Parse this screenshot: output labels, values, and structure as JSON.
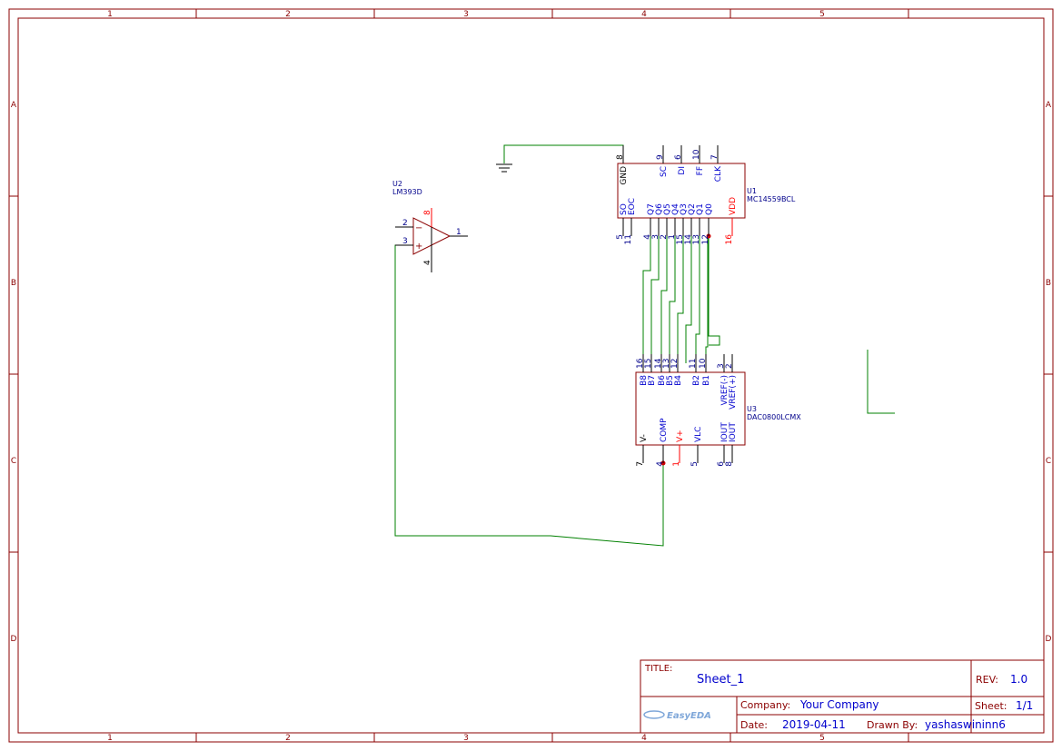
{
  "frame": {
    "col_labels": [
      "1",
      "2",
      "3",
      "4",
      "5"
    ],
    "row_labels": [
      "A",
      "B",
      "C",
      "D"
    ],
    "colors": {
      "border": "#8B0000",
      "wire": "#008000",
      "pin_num": "#00008B",
      "pin_name": "#0000CD",
      "power": "#FF0000",
      "junction": "#CC0000"
    }
  },
  "components": {
    "u2": {
      "ref": "U2",
      "value": "LM393D",
      "pins": {
        "p2": "2",
        "p3": "3",
        "p1": "1",
        "p8": "8",
        "p4": "4"
      },
      "symbols": {
        "minus": "−",
        "plus": "+"
      }
    },
    "u1": {
      "ref": "U1",
      "value": "MC14559BCL",
      "top_pins": [
        {
          "num": "8",
          "name": "GND"
        },
        {
          "num": "9",
          "name": "SC"
        },
        {
          "num": "6",
          "name": "DI"
        },
        {
          "num": "10",
          "name": "FF"
        },
        {
          "num": "7",
          "name": "CLK"
        }
      ],
      "bottom_pins": [
        {
          "num": "5",
          "name": "SO"
        },
        {
          "num": "11",
          "name": "EOC"
        },
        {
          "num": "4",
          "name": "Q7"
        },
        {
          "num": "3",
          "name": "Q6"
        },
        {
          "num": "2",
          "name": "Q5"
        },
        {
          "num": "1",
          "name": "Q4"
        },
        {
          "num": "15",
          "name": "Q3"
        },
        {
          "num": "14",
          "name": "Q2"
        },
        {
          "num": "13",
          "name": "Q1"
        },
        {
          "num": "12",
          "name": "Q0"
        },
        {
          "num": "16",
          "name": "VDD"
        }
      ]
    },
    "u3": {
      "ref": "U3",
      "value": "DAC0800LCMX",
      "top_pins": [
        {
          "num": "16",
          "name": "B8"
        },
        {
          "num": "15",
          "name": "B7"
        },
        {
          "num": "14",
          "name": "B6"
        },
        {
          "num": "13",
          "name": "B5"
        },
        {
          "num": "12",
          "name": "B4"
        },
        {
          "num": "11",
          "name": "B2"
        },
        {
          "num": "10",
          "name": "B1"
        },
        {
          "num": "3",
          "name": "VREF(-)"
        },
        {
          "num": "2",
          "name": "VREF(+)"
        }
      ],
      "bottom_pins": [
        {
          "num": "7",
          "name": "V-"
        },
        {
          "num": "4",
          "name": "COMP"
        },
        {
          "num": "1",
          "name": "V+"
        },
        {
          "num": "5",
          "name": "VLC"
        },
        {
          "num": "6",
          "name": "IOUT"
        },
        {
          "num": "8",
          "name": "IOUT"
        }
      ]
    }
  },
  "title_block": {
    "title_label": "TITLE:",
    "title": "Sheet_1",
    "rev_label": "REV:",
    "rev": "1.0",
    "company_label": "Company:",
    "company": "Your Company",
    "sheet_label": "Sheet:",
    "sheet": "1/1",
    "date_label": "Date:",
    "date": "2019-04-11",
    "drawn_label": "Drawn By:",
    "drawn_by": "yashaswininn6",
    "logo": "EasyEDA"
  }
}
